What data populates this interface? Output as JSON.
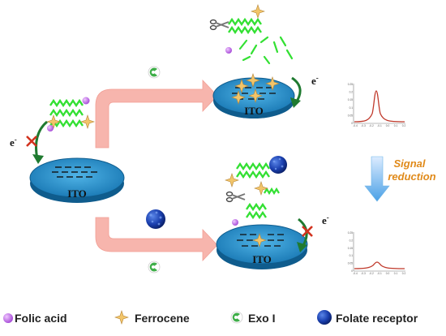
{
  "surface_label": "ITO",
  "electron_symbol": "e",
  "electron_superscript": "-",
  "signal_text_line1": "Signal",
  "signal_text_line2": "reduction",
  "legend": {
    "folic_acid": "Folic acid",
    "ferrocene": "Ferrocene",
    "exo_i": "Exo I",
    "folate_receptor": "Folate receptor"
  },
  "chart_top": {
    "type": "line",
    "y_ticks": [
      "0.25",
      "0.2",
      "0.15",
      "0.1",
      "0.05",
      "0"
    ],
    "x_ticks": [
      "-0.4",
      "-0.3",
      "-0.2",
      "-0.1",
      "0.0",
      "0.1",
      "0.2"
    ]
  },
  "chart_bottom": {
    "type": "line",
    "y_ticks": [
      "0.25",
      "0.2",
      "0.15",
      "0.1",
      "0.05",
      "0"
    ],
    "x_ticks": [
      "-0.4",
      "-0.3",
      "-0.2",
      "-0.1",
      "0.0",
      "0.1",
      "0.2"
    ]
  },
  "colors": {
    "disk": "#1f8fc9",
    "arrow_pink": "#f7b5ad",
    "arrow_blue": "#6fb6e8",
    "dna": "#33e033",
    "ferrocene": "#f2c56a",
    "folic_acid": "#c070e0",
    "exo": "#3fae49",
    "receptor": "#1a3fae",
    "curve": "#c0392b",
    "electron_arrow": "#1f7a30",
    "cross": "#d2321e"
  }
}
